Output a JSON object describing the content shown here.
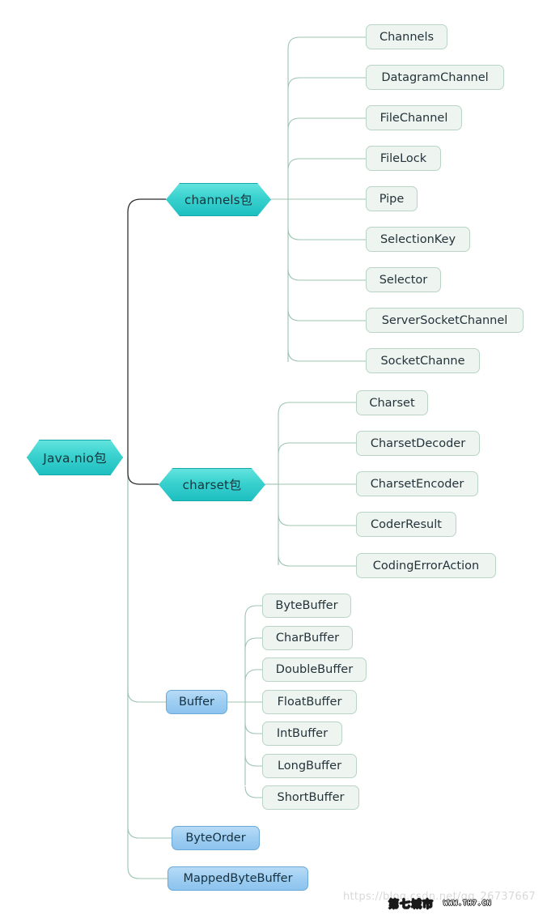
{
  "diagram": {
    "type": "mindmap",
    "root": {
      "label": "Java.nio包",
      "shape": "hexagon",
      "color": "#2bc9c9"
    },
    "branches": [
      {
        "label": "channels包",
        "shape": "hexagon",
        "color": "#2bc9c9",
        "children": [
          {
            "label": "Channels"
          },
          {
            "label": "DatagramChannel"
          },
          {
            "label": "FileChannel"
          },
          {
            "label": "FileLock"
          },
          {
            "label": "Pipe"
          },
          {
            "label": "SelectionKey"
          },
          {
            "label": "Selector"
          },
          {
            "label": "ServerSocketChannel"
          },
          {
            "label": "SocketChanne"
          }
        ]
      },
      {
        "label": "charset包",
        "shape": "hexagon",
        "color": "#2bc9c9",
        "children": [
          {
            "label": "Charset"
          },
          {
            "label": "CharsetDecoder"
          },
          {
            "label": "CharsetEncoder"
          },
          {
            "label": "CoderResult"
          },
          {
            "label": "CodingErrorAction"
          }
        ]
      },
      {
        "label": "Buffer",
        "shape": "rounded-rect",
        "color": "#9fcef2",
        "children": [
          {
            "label": "ByteBuffer"
          },
          {
            "label": "CharBuffer"
          },
          {
            "label": "DoubleBuffer"
          },
          {
            "label": "FloatBuffer"
          },
          {
            "label": "IntBuffer"
          },
          {
            "label": "LongBuffer"
          },
          {
            "label": "ShortBuffer"
          }
        ]
      },
      {
        "label": "ByteOrder",
        "shape": "rounded-rect",
        "color": "#9fcef2",
        "children": []
      },
      {
        "label": "MappedByteBuffer",
        "shape": "rounded-rect",
        "color": "#9fcef2",
        "children": []
      }
    ]
  },
  "watermark": {
    "url": "https://blog.csdn.net/qq_26737667",
    "site_cn": "第七城市",
    "site_en": "WWW.TH7.CN"
  }
}
